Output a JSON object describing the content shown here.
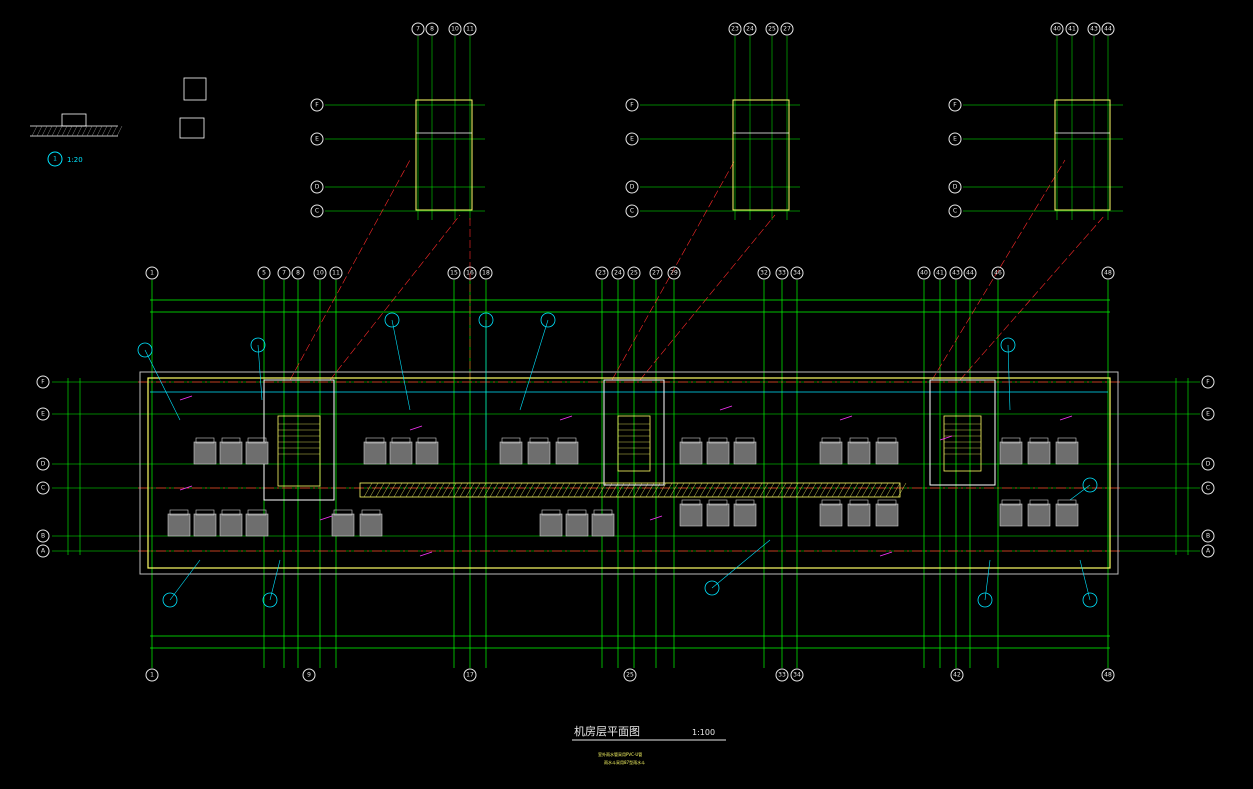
{
  "drawing": {
    "title": "机房层平面图",
    "scale": "1:100",
    "notes": [
      "室外雨水管采用PVC-U管",
      "雨水斗采用87型雨水斗"
    ]
  },
  "detail": {
    "number": "1",
    "scale": "1:20"
  },
  "grid": {
    "columns": [
      "1",
      "5",
      "7",
      "8",
      "10",
      "11",
      "15",
      "16",
      "18",
      "23",
      "24",
      "25",
      "27",
      "29",
      "32",
      "33",
      "34",
      "40",
      "41",
      "43",
      "44",
      "46",
      "48"
    ],
    "bottom_columns": [
      "1",
      "9",
      "17",
      "25",
      "33",
      "34",
      "42",
      "48"
    ],
    "rows": [
      "F",
      "E",
      "D",
      "C",
      "B",
      "A"
    ],
    "inset_rows": [
      "F",
      "E",
      "D",
      "C"
    ],
    "inset_groups": [
      [
        "7",
        "8",
        "10",
        "11"
      ],
      [
        "23",
        "24",
        "25",
        "27"
      ],
      [
        "40",
        "41",
        "43",
        "44"
      ]
    ]
  },
  "colors": {
    "background": "#000000",
    "grid": "#00ff00",
    "axis": "#ff2a2a",
    "wall": "#ffff66",
    "pipe": "#00e5ff",
    "magenta": "#ff33ff",
    "bubble": "#e8e8e8",
    "equipment": "#6e6e6e"
  }
}
